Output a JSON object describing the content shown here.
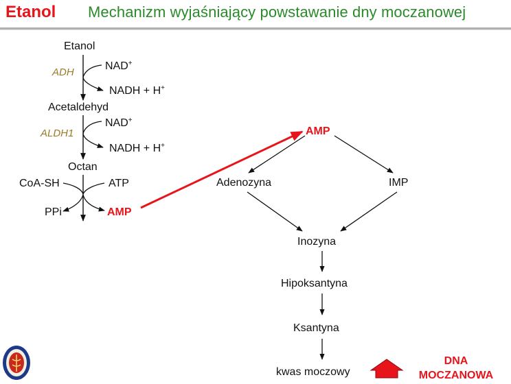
{
  "header": {
    "left_title": "Etanol",
    "right_title": "Mechanizm wyjaśniający powstawanie dny moczanowej"
  },
  "pathway_left": {
    "etanol": "Etanol",
    "adh": "ADH",
    "nad_1": "NAD",
    "nadh_1": "NADH + H",
    "acetaldehyd": "Acetaldehyd",
    "aldh1": "ALDH1",
    "nad_2": "NAD",
    "nadh_2": "NADH + H",
    "octan": "Octan",
    "coash": "CoA-SH",
    "atp": "ATP",
    "ppi": "PPi",
    "amp": "AMP",
    "plus": "+"
  },
  "pathway_right": {
    "amp": "AMP",
    "adenozyna": "Adenozyna",
    "imp": "IMP",
    "inozyna": "Inozyna",
    "hipoksantyna": "Hipoksantyna",
    "ksantyna": "Ksantyna",
    "kwas_moczowy": "kwas moczowy"
  },
  "result": {
    "line1": "DNA",
    "line2": "MOCZANOWA"
  },
  "colors": {
    "red": "#e8141b",
    "green": "#2a8a2a",
    "enzyme": "#9a7b2a"
  }
}
